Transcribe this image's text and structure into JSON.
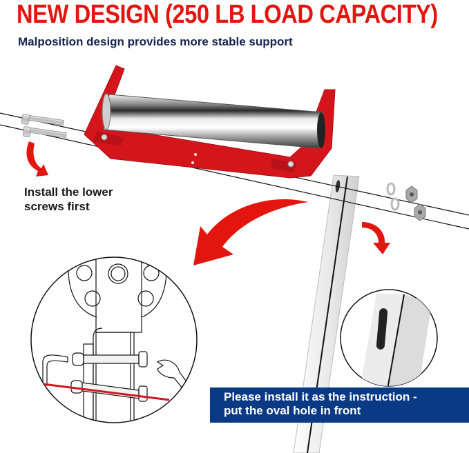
{
  "header": {
    "title": "NEW DESIGN (250 LB LOAD CAPACITY)",
    "subtitle": "Malposition design provides more stable support"
  },
  "callouts": {
    "lower_screws": {
      "line1": "Install the lower",
      "line2": "screws first"
    },
    "oval_hole_banner": {
      "line1": "Please install it as the instruction -",
      "line2": "put the oval hole in front"
    }
  },
  "colors": {
    "accent_red": "#e3150f",
    "subtitle_navy": "#16234f",
    "banner_blue": "#0b3a85",
    "bracket_red": "#d4161c"
  },
  "illustration": {
    "parts": [
      "roller-bracket",
      "steel-roller",
      "socket-cap-screws",
      "washers",
      "lock-nuts",
      "square-tube-leg"
    ],
    "detail_circles": [
      "bolt-assembly-detail",
      "oval-hole-detail"
    ],
    "arrows": [
      "small-curved-arrow-left",
      "large-curved-arrow",
      "small-curved-arrow-right"
    ]
  }
}
